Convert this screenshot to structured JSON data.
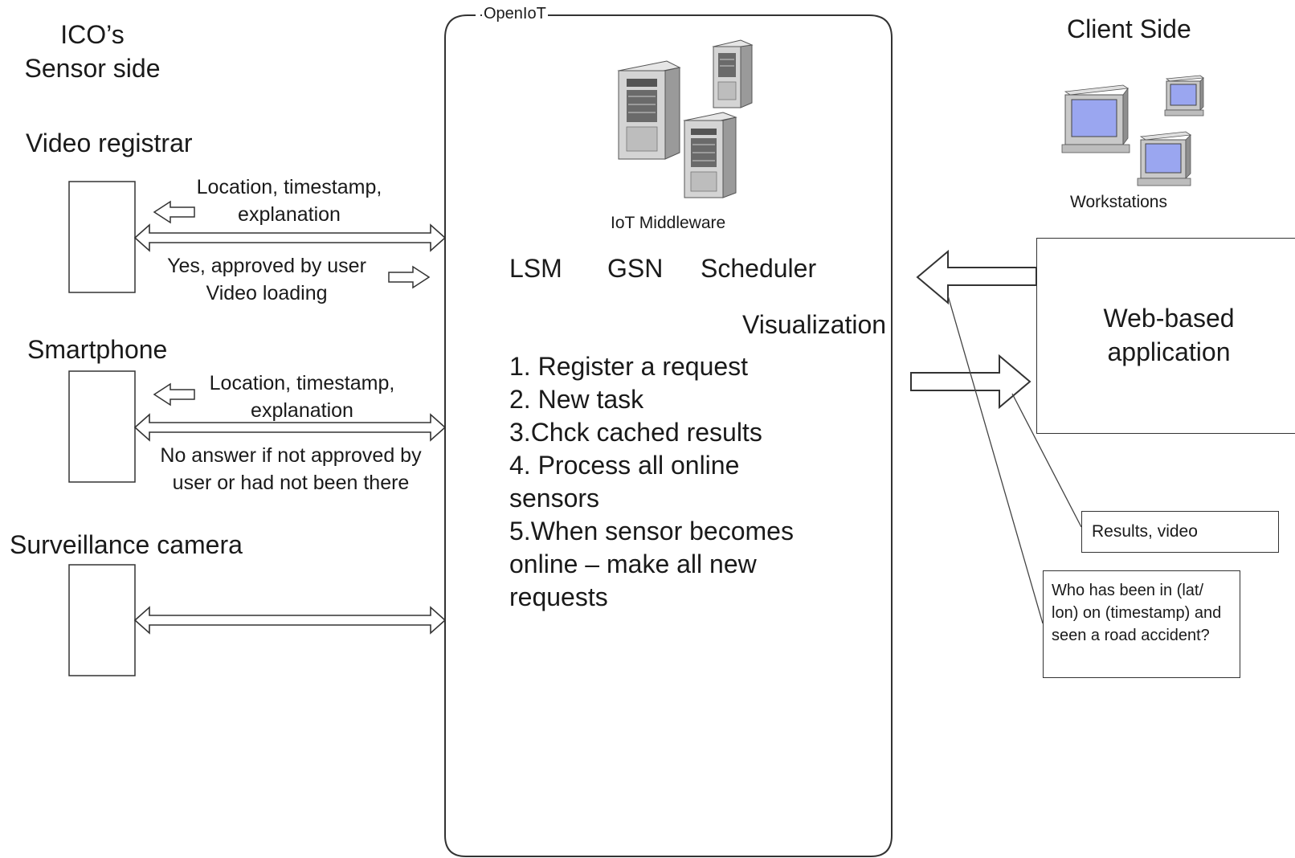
{
  "sensor_side": {
    "heading_line1": "ICO’s",
    "heading_line2": "Sensor side",
    "devices": [
      {
        "label": "Video registrar",
        "msg_in_line1": "Location, timestamp,",
        "msg_in_line2": "explanation",
        "msg_out_line1": "Yes, approved by user",
        "msg_out_line2": "Video loading"
      },
      {
        "label": "Smartphone",
        "msg_in_line1": "Location, timestamp,",
        "msg_in_line2": "explanation",
        "msg_out_line1": "No answer if not approved by",
        "msg_out_line2": "user or had not been there"
      },
      {
        "label": "Surveillance camera"
      }
    ]
  },
  "middleware": {
    "frame_label": "OpenIoT",
    "caption": "IoT Middleware",
    "components": [
      "LSM",
      "GSN",
      "Scheduler"
    ],
    "visualization": "Visualization",
    "steps": [
      "1. Register a request",
      "2. New task",
      "3.Chck cached results",
      "4. Process all online sensors",
      "5.When sensor becomes online – make all new requests"
    ]
  },
  "client_side": {
    "heading": "Client Side",
    "workstations_label": "Workstations",
    "app_line1": "Web-based",
    "app_line2": "application",
    "callout_results": "Results, video",
    "callout_query": "Who has been in (lat/ lon) on (timestamp) and seen a road accident?"
  },
  "colors": {
    "line": "#333333",
    "server_body": "#d4d4d4",
    "server_side": "#9a9a9a",
    "screen": "#9aa6f0"
  }
}
